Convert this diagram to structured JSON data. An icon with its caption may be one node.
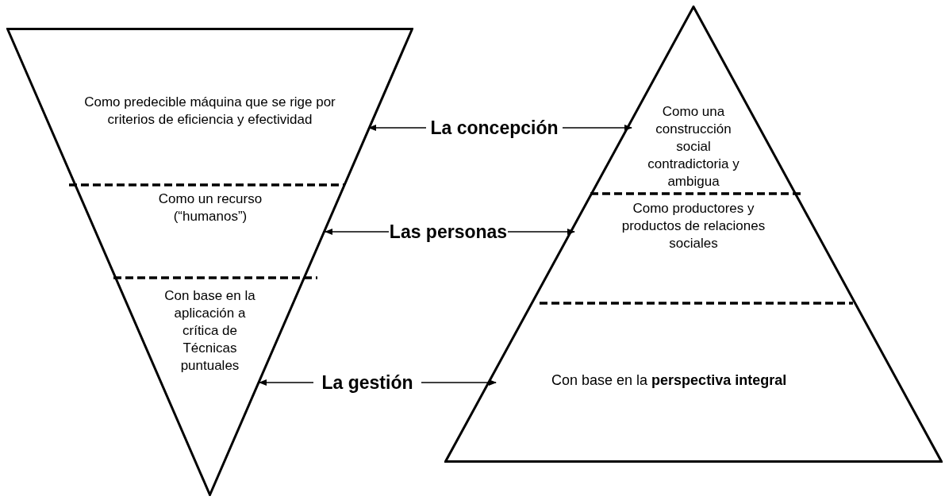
{
  "diagram": {
    "nodes": [
      {
        "text": [],
        "shape": "triangle"
      },
      {
        "text": [
          "Como predecible máquina que se rige por criterios de eficiencia y efectividad"
        ],
        "in": 0
      },
      {
        "text": [
          "Como un recurso (“humanos”)"
        ],
        "in": 0
      },
      {
        "text": [
          "Con base en la aplicación a crítica de Técnicas puntuales"
        ],
        "in": 0
      },
      {
        "text": [],
        "shape": "triangle"
      },
      {
        "text": [
          "Como una construcción social contradictoria y ambigua"
        ],
        "in": 4
      },
      {
        "text": [
          "Como productores y productos de relaciones sociales"
        ],
        "in": 4
      },
      {
        "text": [
          "Con base en la **perspectiva integral**"
        ],
        "in": 4
      },
      {
        "text": [
          "La concepción"
        ]
      },
      {
        "text": [
          "Las personas"
        ]
      },
      {
        "text": [
          "La gestión"
        ]
      }
    ],
    "edges": [
      {
        "from": 8,
        "to": 1,
        "arrow": "to"
      },
      {
        "from": 8,
        "to": 5,
        "arrow": "to"
      },
      {
        "from": 9,
        "to": 2,
        "arrow": "to"
      },
      {
        "from": 9,
        "to": 6,
        "arrow": "to"
      },
      {
        "from": 10,
        "to": 3,
        "arrow": "to"
      },
      {
        "from": 10,
        "to": 7,
        "arrow": "to"
      }
    ]
  }
}
